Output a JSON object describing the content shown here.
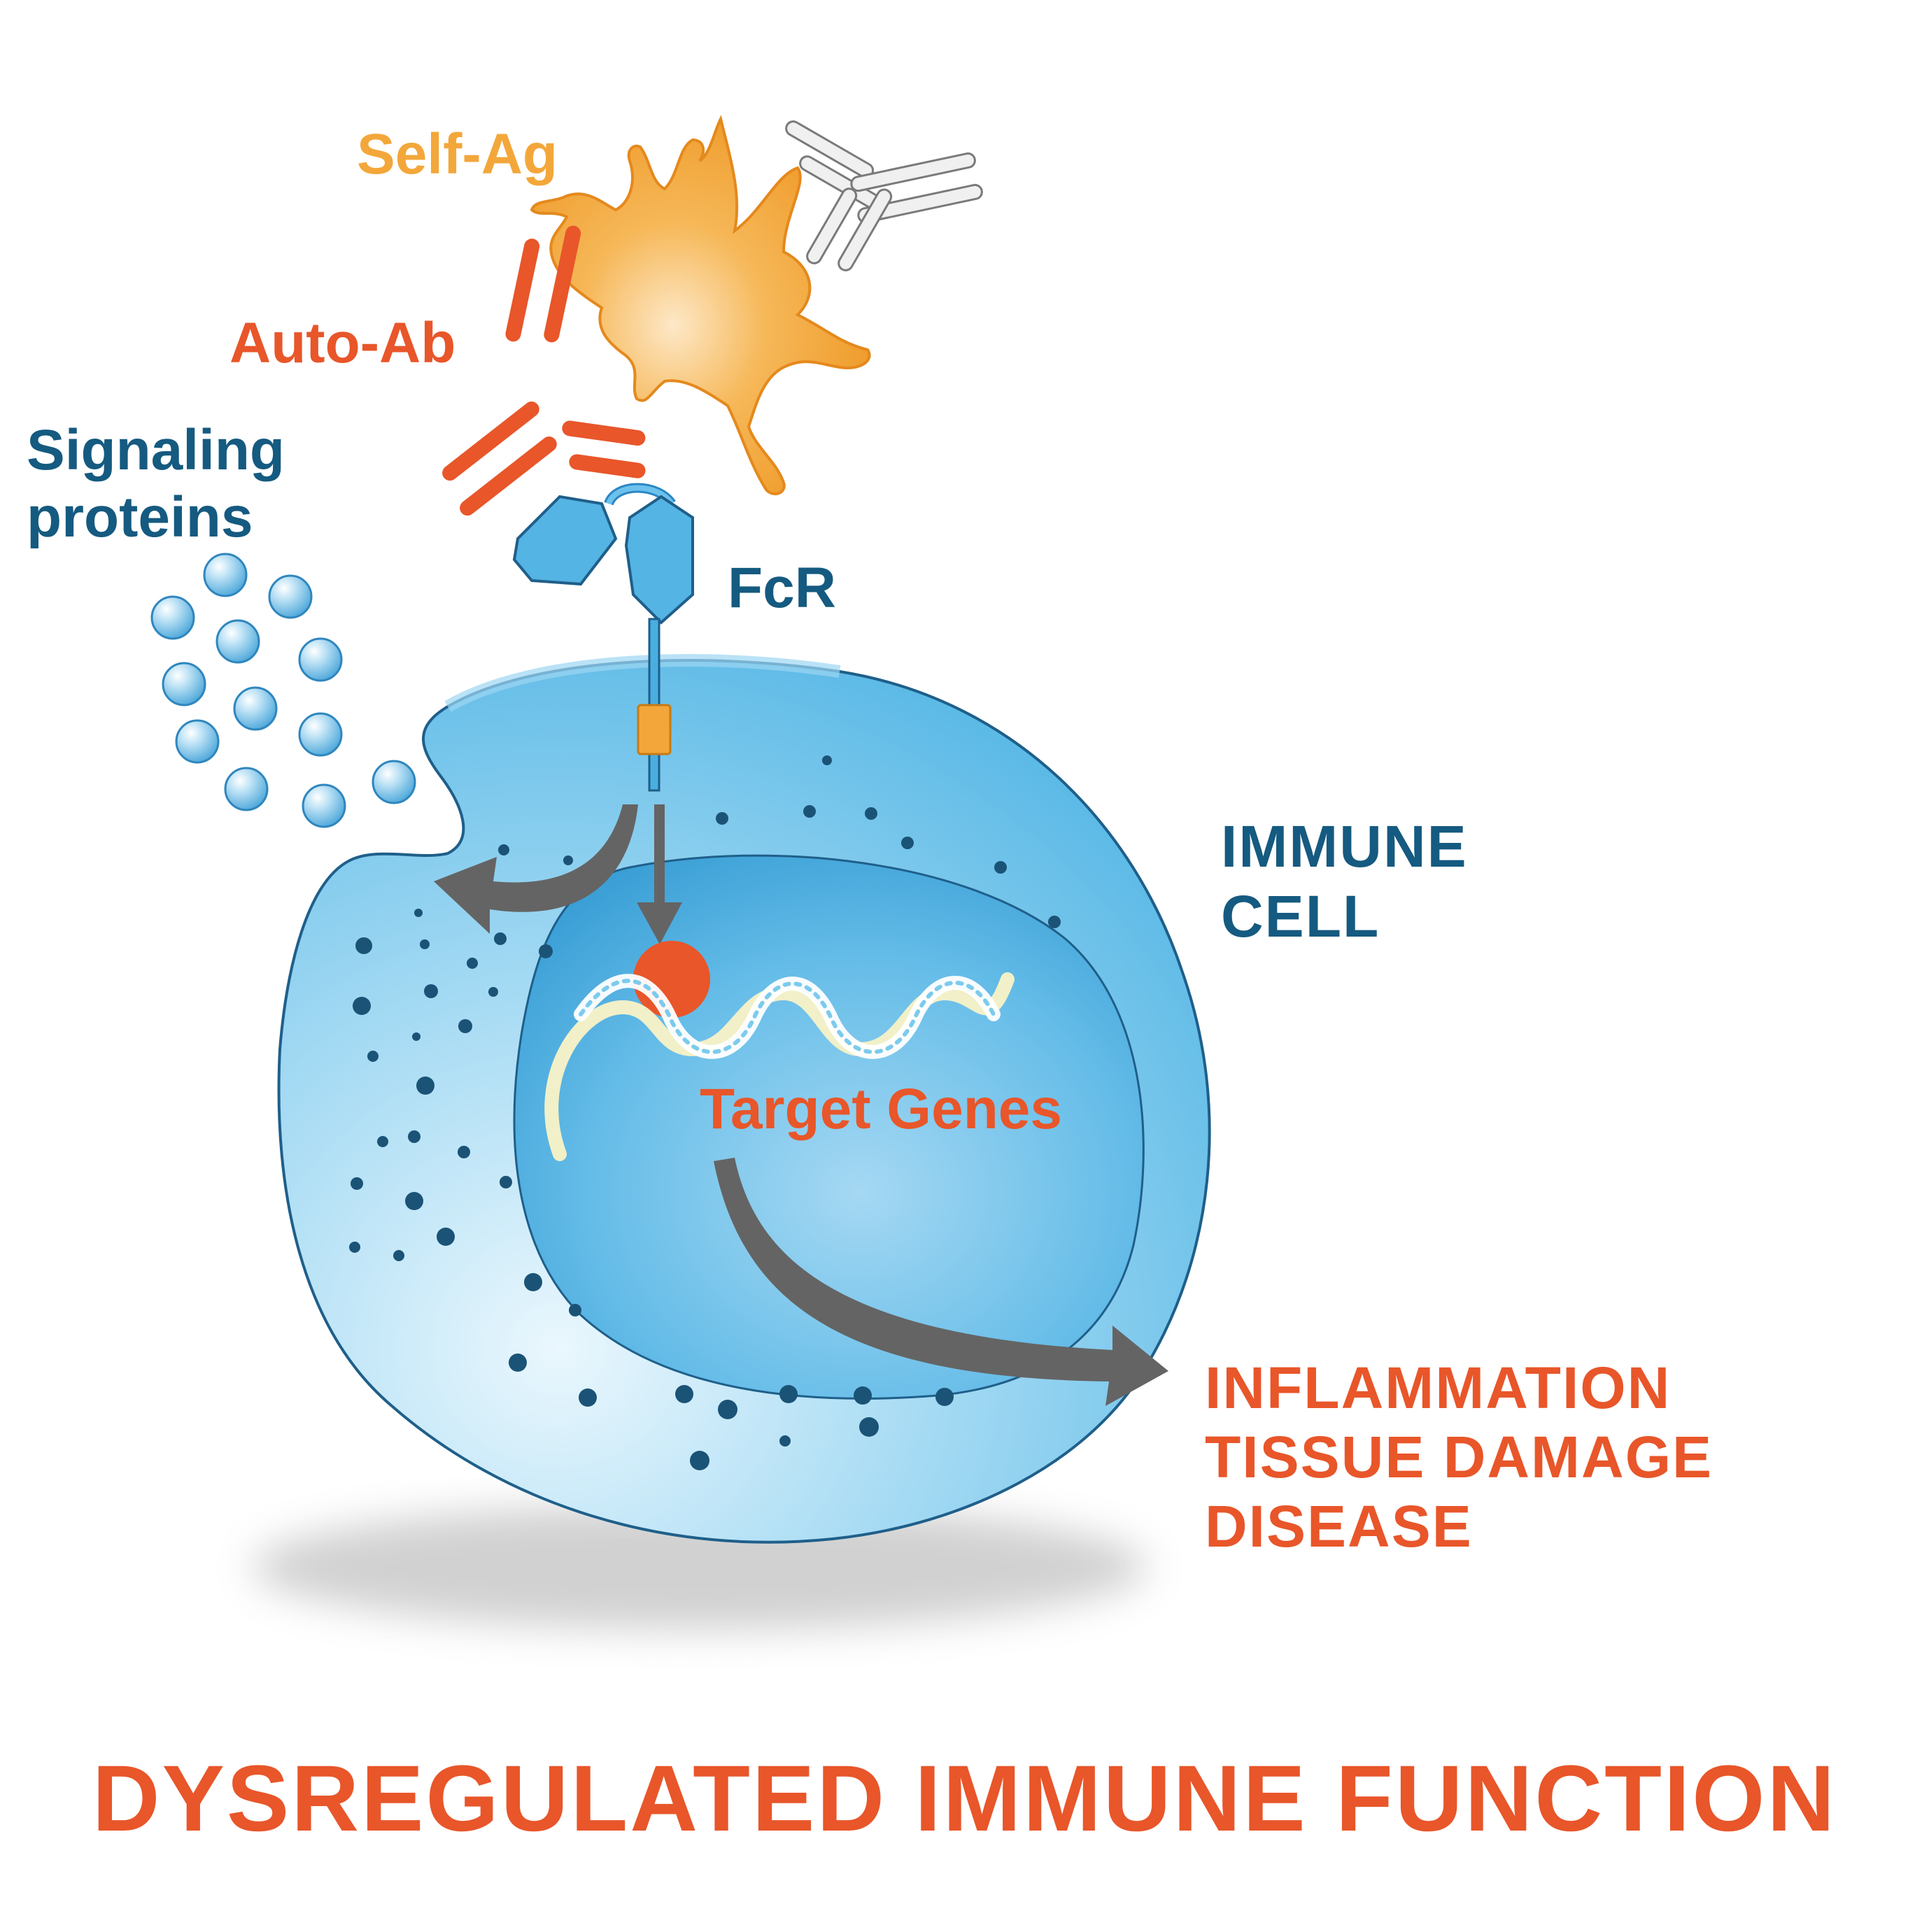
{
  "labels": {
    "self_antigen": "Self-Ag",
    "auto_antibody": "Auto-Ab",
    "signaling_line1": "Signaling",
    "signaling_line2": "proteins",
    "receptor": "FcR",
    "immune_line1": "IMMUNE",
    "immune_line2": "CELL",
    "target_genes": "Target Genes",
    "outcome_line1": "INFLAMMATION",
    "outcome_line2": "TISSUE DAMAGE",
    "outcome_line3": "DISEASE",
    "title": "DYSREGULATED IMMUNE FUNCTION"
  },
  "colors": {
    "orange_red": "#e8562a",
    "antigen_orange": "#f3a73a",
    "blue_text": "#155a80",
    "cell_blue": "#6fc2ea",
    "nucleus_blue": "#4aaee0",
    "arrow_gray": "#646464",
    "dot_navy": "#1b5377"
  }
}
